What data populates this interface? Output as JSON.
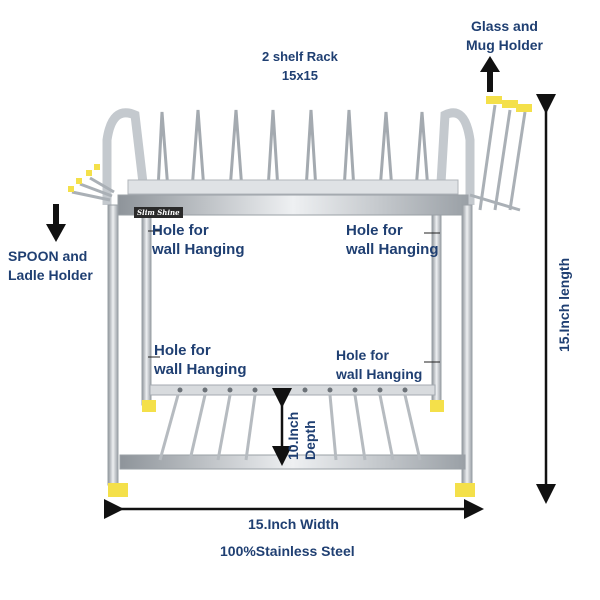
{
  "product": {
    "title": "2 shelf Rack",
    "size": "15x15",
    "brand": "Slim Shine"
  },
  "callouts": {
    "glass_holder_line1": "Glass and",
    "glass_holder_line2": "Mug Holder",
    "spoon_holder_line1": "SPOON and",
    "spoon_holder_line2": "Ladle Holder",
    "hole_line1": "Hole for",
    "hole_line2": "wall Hanging"
  },
  "dimensions": {
    "width": "15.Inch Width",
    "length": "15.Inch length",
    "depth_line1": "10.Inch",
    "depth_line2": "Depth"
  },
  "material": "100%Stainless Steel",
  "colors": {
    "text": "#1f3f72",
    "steel": "#b9bec4",
    "accent_caps": "#f4e04a",
    "arrows": "#111111"
  }
}
